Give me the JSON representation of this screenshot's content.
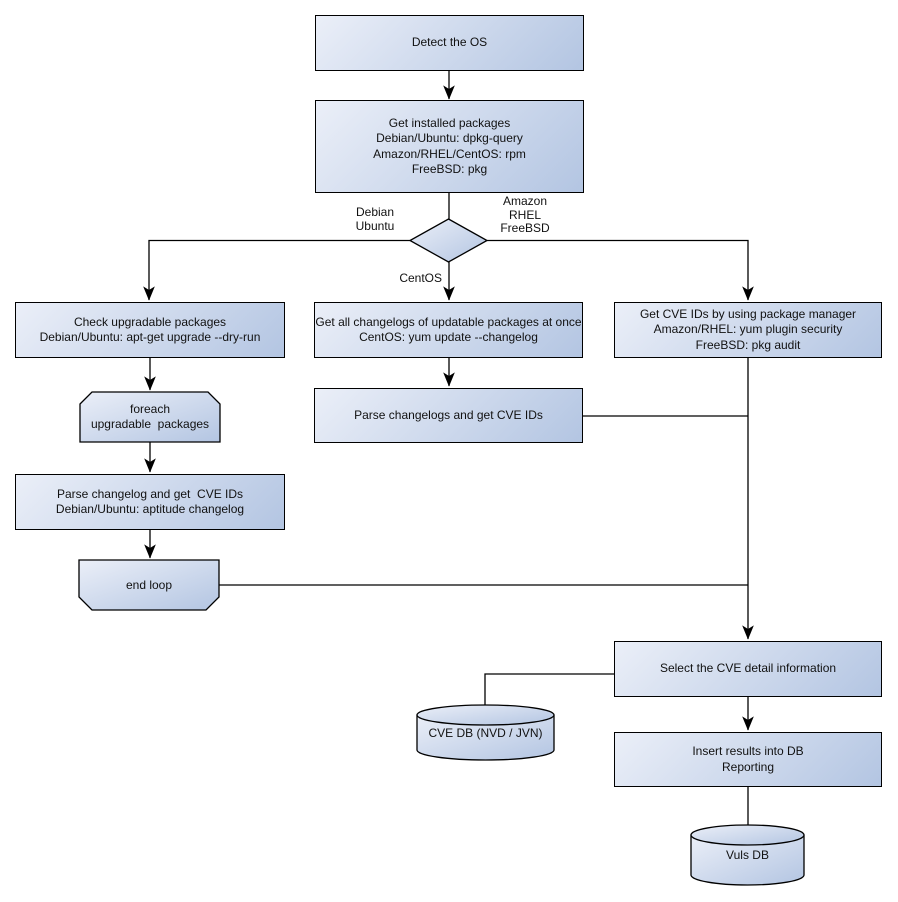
{
  "colors": {
    "node-light": "#ebeff8",
    "node-dark": "#b3c5e2",
    "border": "#000000",
    "text": "#111111",
    "background": "#ffffff"
  },
  "nodes": {
    "detect_os": "Detect the OS",
    "get_installed": "Get installed packages\nDebian/Ubuntu: dpkg-query\nAmazon/RHEL/CentOS: rpm\nFreeBSD: pkg",
    "check_upgradable": "Check upgradable packages\nDebian/Ubuntu: apt-get upgrade --dry-run",
    "foreach_loop": "foreach\nupgradable  packages",
    "parse_changelog": "Parse changelog and get  CVE IDs\nDebian/Ubuntu: aptitude changelog",
    "end_loop": "end loop",
    "get_changelogs": "Get all changelogs of updatable packages at once\nCentOS: yum update --changelog",
    "parse_changelogs": "Parse changelogs and get CVE IDs",
    "get_cve_ids": "Get CVE IDs by using package manager\nAmazon/RHEL: yum plugin security\nFreeBSD: pkg audit",
    "select_cve": "Select the CVE detail information",
    "insert_results": "Insert results into DB\nReporting",
    "cve_db": "CVE DB (NVD / JVN)",
    "vuls_db": "Vuls DB"
  },
  "branch_labels": {
    "debian": "Debian\nUbuntu",
    "amazon": "Amazon\nRHEL\nFreeBSD",
    "centos": "CentOS"
  }
}
